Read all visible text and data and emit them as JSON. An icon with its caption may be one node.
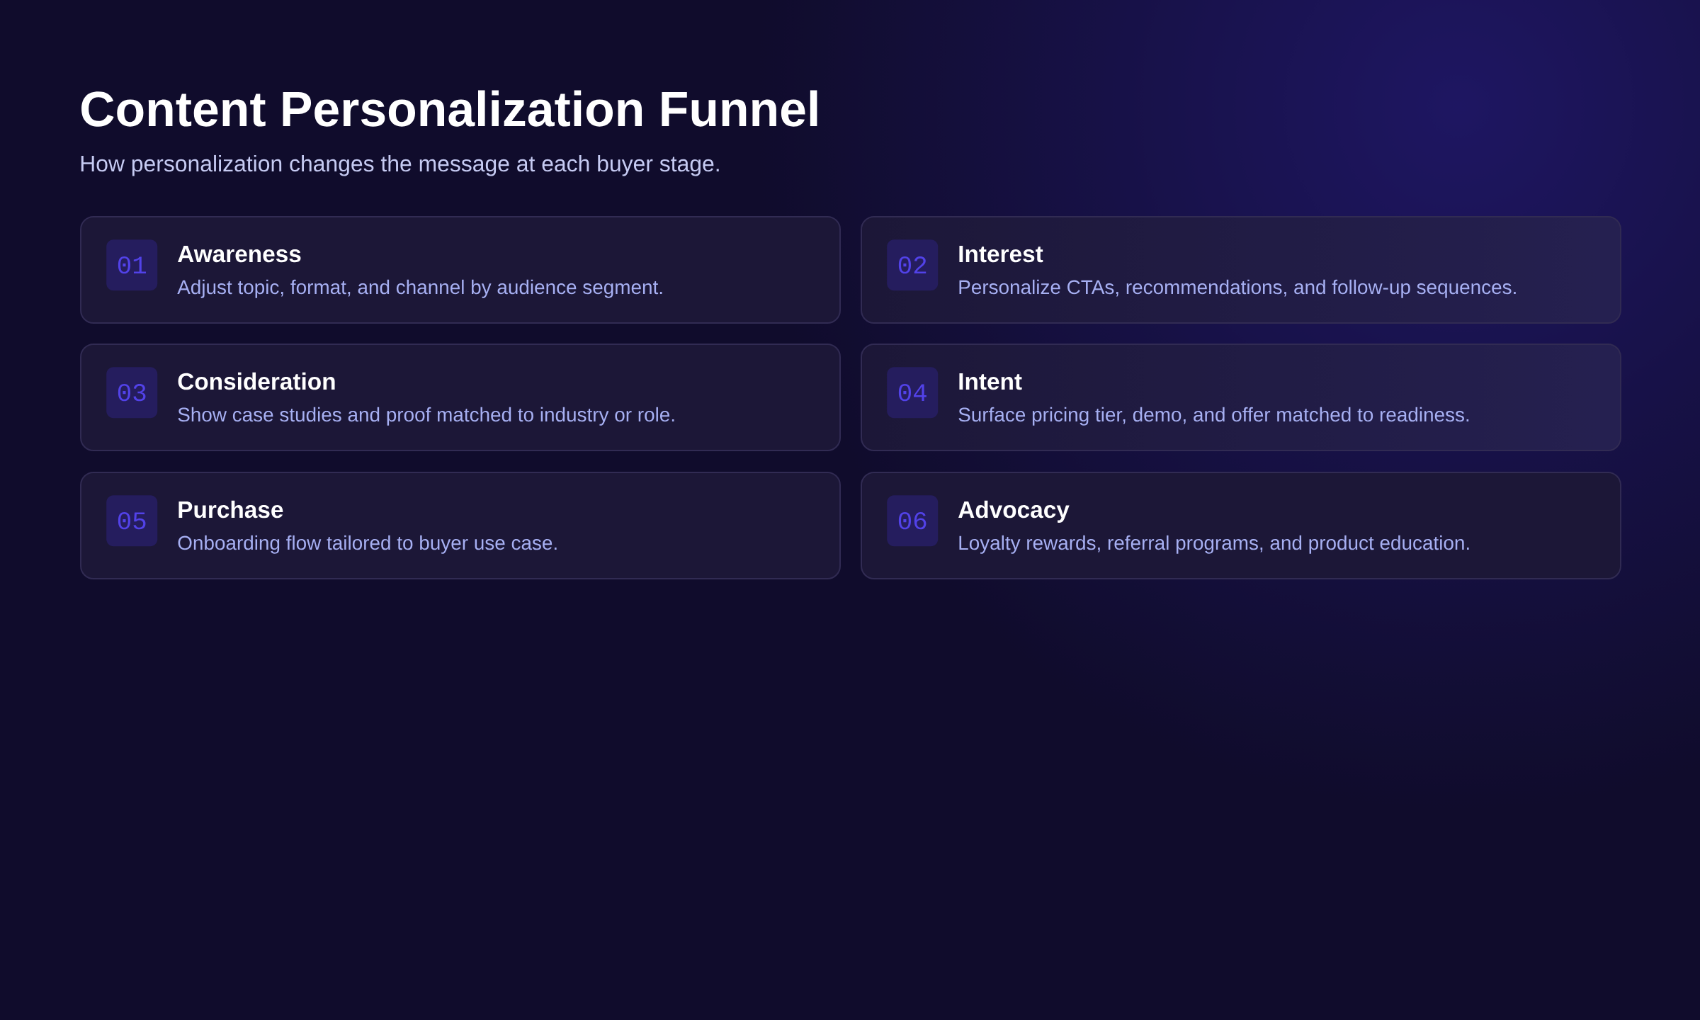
{
  "diagram": {
    "title": "Content Personalization Funnel",
    "nodes": [
      {
        "text": [
          "Awareness",
          "Adjust topic, format, and channel by audience segment."
        ]
      },
      {
        "text": [
          "01"
        ],
        "in": 0
      },
      {
        "text": [
          "Interest",
          "Personalize CTAs, recommendations, and follow-up sequences."
        ]
      },
      {
        "text": [
          "02"
        ],
        "in": 2
      },
      {
        "text": [
          "Consideration",
          "Show case studies and proof matched to industry or role."
        ]
      },
      {
        "text": [
          "03"
        ],
        "in": 4
      },
      {
        "text": [
          "Intent",
          "Surface pricing tier, demo, and offer matched to readiness."
        ]
      },
      {
        "text": [
          "04"
        ],
        "in": 6
      },
      {
        "text": [
          "Purchase",
          "Onboarding flow tailored to buyer use case."
        ]
      },
      {
        "text": [
          "05"
        ],
        "in": 8
      },
      {
        "text": [
          "Advocacy",
          "Loyalty rewards, referral programs, and product education."
        ]
      },
      {
        "text": [
          "06"
        ],
        "in": 10
      }
    ],
    "labels": [
      "How personalization changes the message at each buyer stage."
    ]
  }
}
